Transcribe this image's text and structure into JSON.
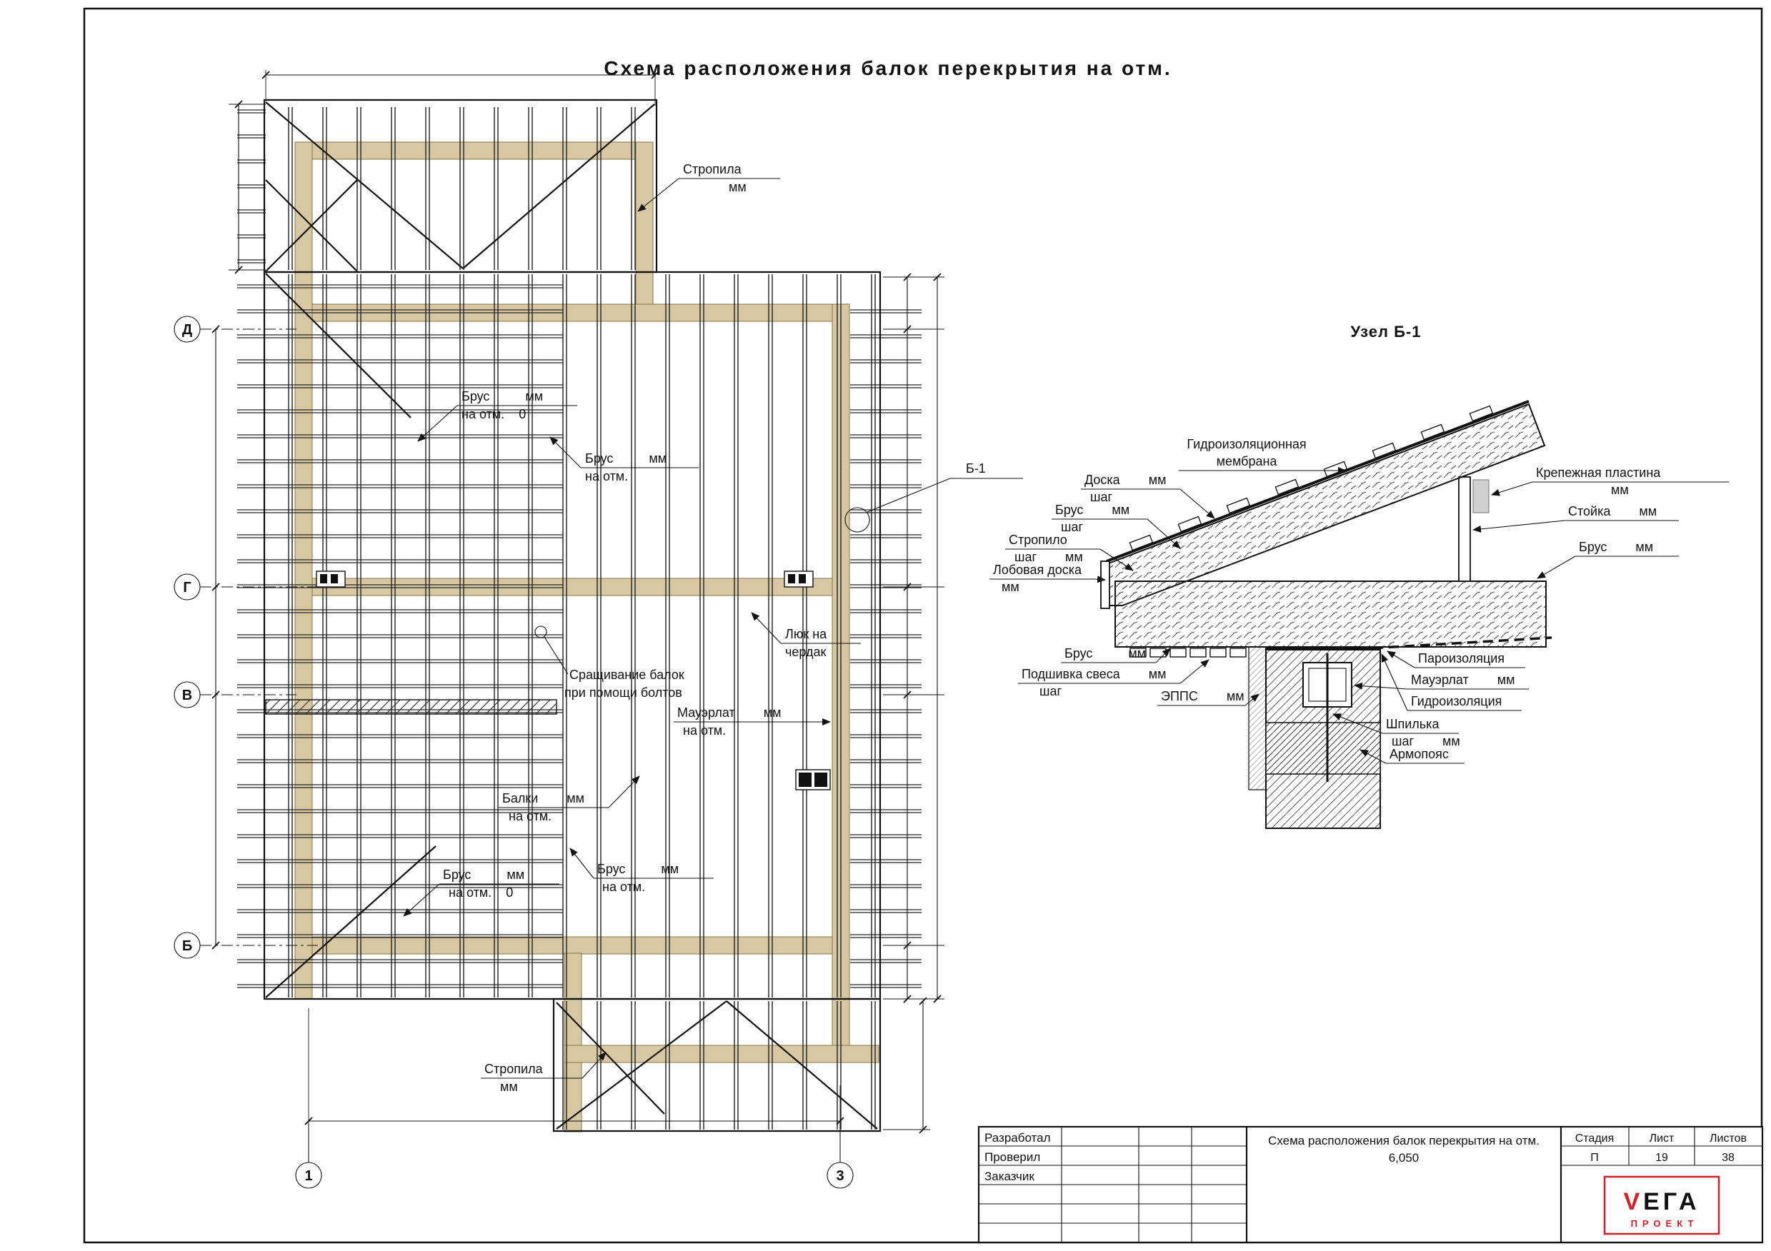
{
  "sheet_title": "Схема расположения балок перекрытия на отм.",
  "plan": {
    "axis_rows": [
      "Д",
      "Г",
      "В",
      "Б"
    ],
    "axis_cols": [
      "1",
      "3"
    ],
    "callouts": {
      "stropila_top": [
        "Стропила",
        "мм"
      ],
      "brus_upper": [
        "Брус          мм",
        "на отм.    0"
      ],
      "brus_upper2": [
        "Брус          мм",
        "на отм."
      ],
      "luk": [
        "Люк на",
        "чердак"
      ],
      "srash": [
        "Сращивание балок",
        "при помощи болтов"
      ],
      "mauerlat": [
        "Мауэрлат        мм",
        "на отм."
      ],
      "balki": [
        "Балки        мм",
        "на отм."
      ],
      "brus_lower": [
        "Брус          мм",
        "на отм.    0"
      ],
      "brus_lower2": [
        "Брус          мм",
        "на отм."
      ],
      "stropila_bottom": [
        "Стропила",
        "мм"
      ],
      "detail_ref": "Б-1"
    }
  },
  "detail": {
    "title": "Узел Б-1",
    "callouts": {
      "membrane": [
        "Гидроизоляционная",
        "мембрана"
      ],
      "doska": [
        "Доска        мм",
        "шаг"
      ],
      "brus_sh": [
        "Брус        мм",
        "шаг"
      ],
      "stropilo": [
        "Стропило",
        "шаг        мм"
      ],
      "lobovaya": [
        "Лобовая доска",
        "мм"
      ],
      "plastina": [
        "Крепежная пластина",
        "мм"
      ],
      "stoyka": "Стойка        мм",
      "brus_r": "Брус        мм",
      "brus_l": "Брус          мм",
      "podshivka": [
        "Подшивка свеса        мм",
        "шаг"
      ],
      "epps": "ЭППС        мм",
      "paro": "Пароизоляция",
      "mauerlat": "Мауэрлат        мм",
      "gidro": "Гидроизоляция",
      "shpilka": [
        "Шпилька",
        "шаг        мм"
      ],
      "armo": "Армопояс"
    }
  },
  "titleblock": {
    "row1": "Разработал",
    "row2": "Проверил",
    "row3": "Заказчик",
    "doc_title": "Схема расположения балок перекрытия на отм.",
    "doc_elev": "6,050",
    "stage_label": "Стадия",
    "sheet_label": "Лист",
    "sheets_label": "Листов",
    "stage": "П",
    "sheet_no": "19",
    "sheets_total": "38",
    "logo_v": "V",
    "logo_rest": "ЕГА",
    "logo_sub": "ПРОЕКТ"
  },
  "colors": {
    "beam_band": "#d7c8a1",
    "accent_red": "#d61f26",
    "line": "#111111"
  }
}
